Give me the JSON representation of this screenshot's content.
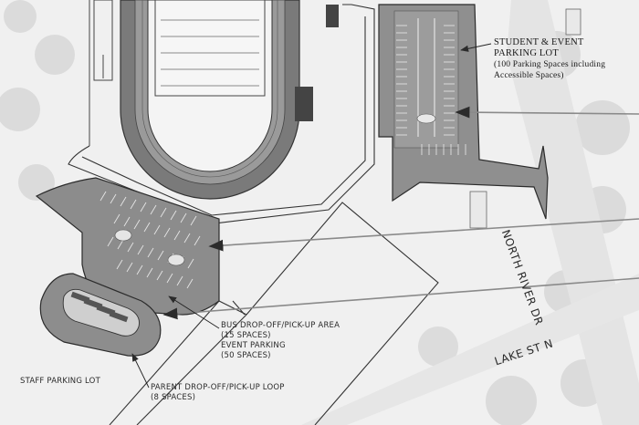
{
  "labels": {
    "student_event": {
      "title_line1": "STUDENT & EVENT",
      "title_line2": "PARKING LOT",
      "detail_line1": "(100 Parking Spaces including",
      "detail_line2": "Accessible Spaces)"
    },
    "bus": {
      "line1": "BUS DROP-OFF/PICK-UP AREA",
      "line2": "(15 SPACES)",
      "line3": "EVENT PARKING",
      "line4": "(50 SPACES)"
    },
    "parent": {
      "line1": "PARENT DROP-OFF/PICK-UP LOOP",
      "line2": "(8 SPACES)"
    },
    "staff": "STAFF PARKING LOT",
    "north_river": "NORTH RIVER DR",
    "lake_st": "LAKE ST N"
  },
  "colors": {
    "paving": "#8f8f8f",
    "outline": "#2b2b2b",
    "arrow": "#8a8a8a",
    "track": "#6d6d6d",
    "background": "#f2f2f2"
  }
}
